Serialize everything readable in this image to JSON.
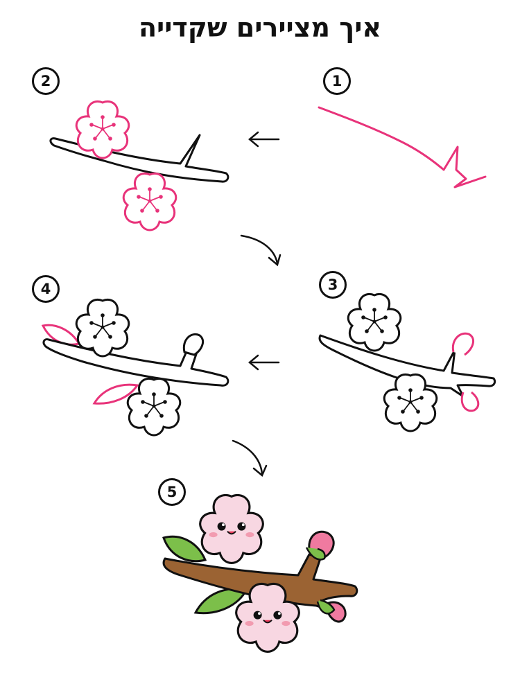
{
  "title": "איך מציירים שקדייה",
  "steps": [
    {
      "number": "1"
    },
    {
      "number": "2"
    },
    {
      "number": "3"
    },
    {
      "number": "4"
    },
    {
      "number": "5"
    }
  ],
  "colors": {
    "highlight": "#e8337a",
    "outline": "#111111",
    "petal_fill": "#f8d7e2",
    "branch_fill": "#9b6333",
    "leaf_fill": "#7cbf4a",
    "bud_fill": "#f07aa0"
  }
}
